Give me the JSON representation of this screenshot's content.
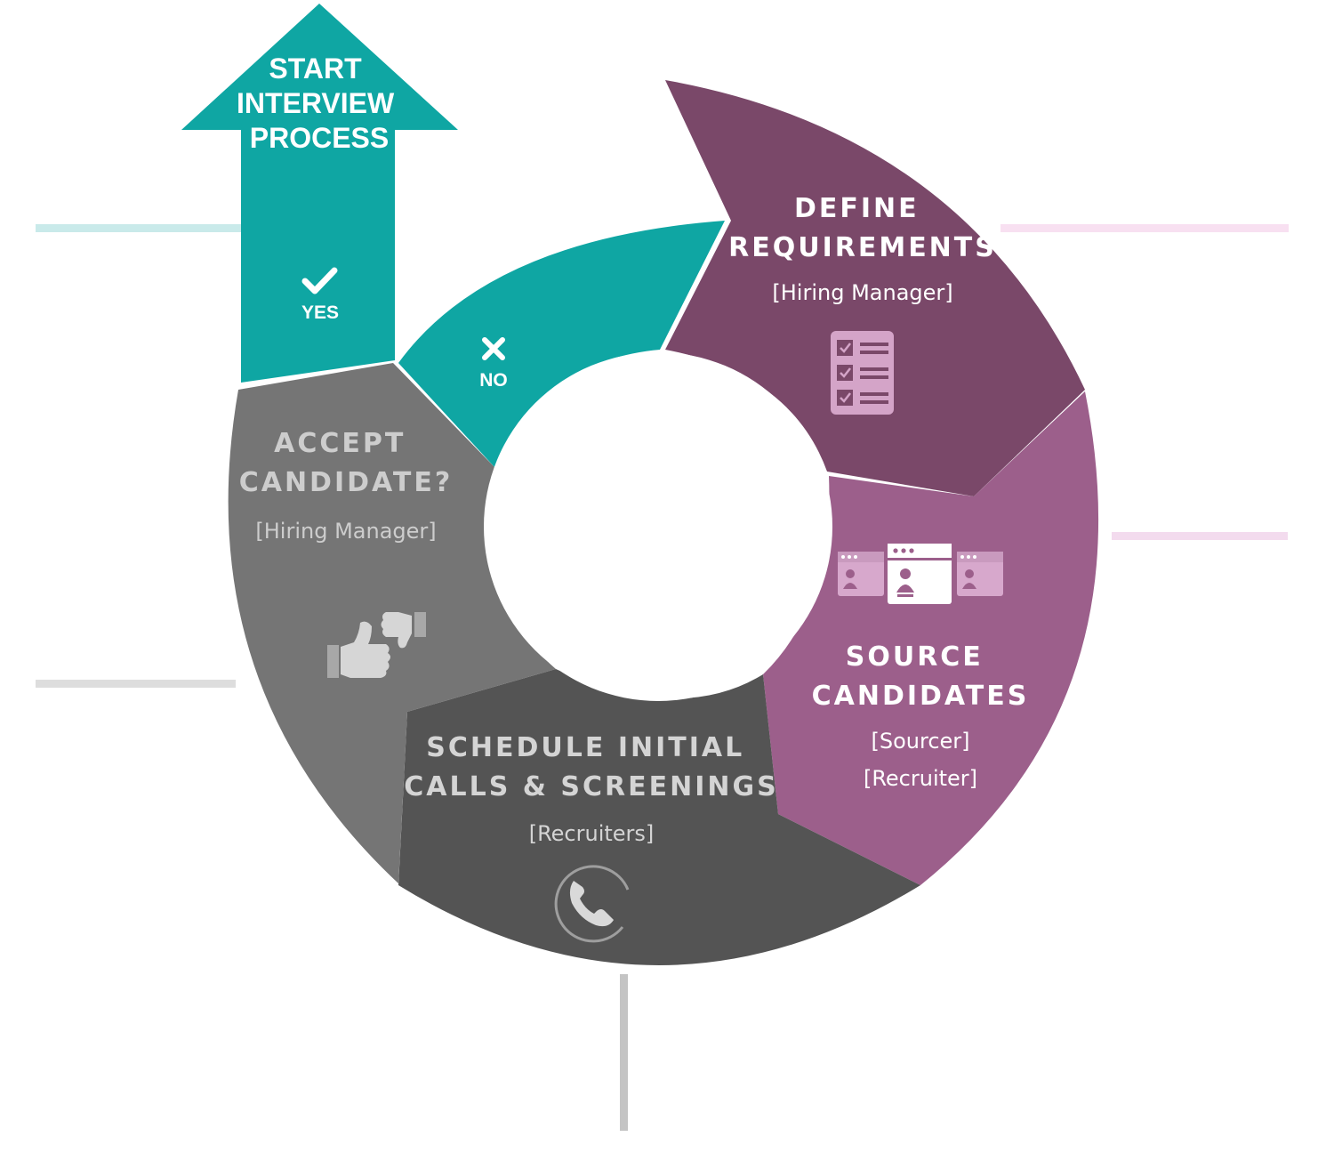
{
  "start_arrow": {
    "lines": [
      "START",
      "INTERVIEW",
      "PROCESS"
    ],
    "color": "#0fa6a3"
  },
  "decision": {
    "yes_label": "YES",
    "no_label": "NO",
    "yes_icon": "check-icon",
    "no_icon": "x-icon"
  },
  "segments": {
    "define": {
      "title": [
        "DEFINE",
        "REQUIREMENTS"
      ],
      "roles": [
        "[Hiring Manager]"
      ],
      "color": "#7a4869",
      "icon": "checklist-icon"
    },
    "source": {
      "title": [
        "SOURCE",
        "CANDIDATES"
      ],
      "roles": [
        "[Sourcer]",
        "[Recruiter]"
      ],
      "color": "#9c5f8b",
      "icon": "profile-windows-icon"
    },
    "schedule": {
      "title": [
        "SCHEDULE INITIAL",
        "CALLS & SCREENINGS"
      ],
      "roles": [
        "[Recruiters]"
      ],
      "color": "#545454",
      "icon": "phone-icon"
    },
    "accept": {
      "title": [
        "ACCEPT",
        "CANDIDATE?"
      ],
      "roles": [
        "[Hiring Manager]"
      ],
      "color": "#757575",
      "icon": "thumbs-up-down-icon"
    },
    "no": {
      "color": "#0fa6a3"
    }
  }
}
